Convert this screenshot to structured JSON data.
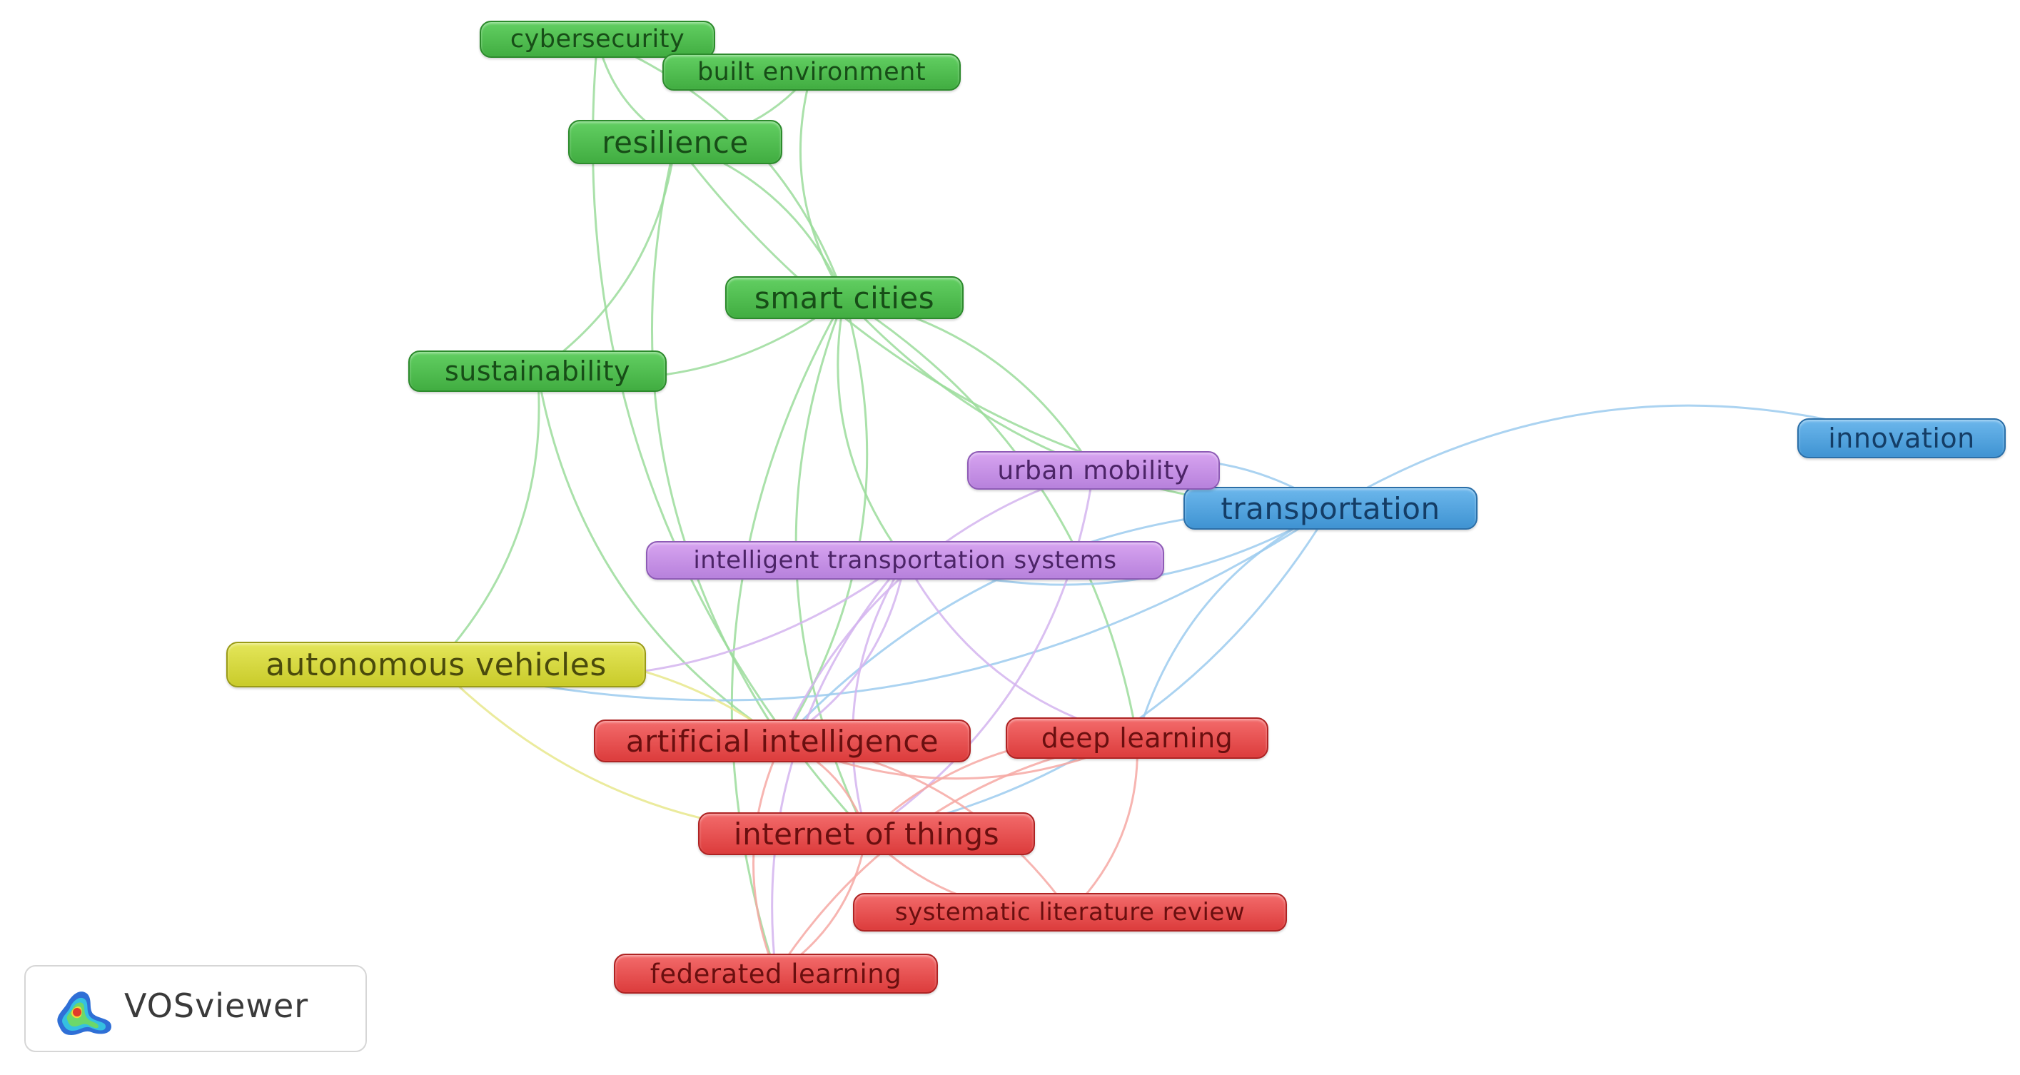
{
  "network": {
    "clusters": {
      "green": {
        "fill": "#4fbf4f",
        "link": "#9bdc9b"
      },
      "blue": {
        "fill": "#4fa3df",
        "link": "#9ccbee"
      },
      "purple": {
        "fill": "#c591e6",
        "link": "#d4b4ee"
      },
      "yellow": {
        "fill": "#d5d73a",
        "link": "#e8e88c"
      },
      "red": {
        "fill": "#e84c4c",
        "link": "#f6a8a3"
      }
    },
    "nodes": [
      {
        "id": "cybersecurity",
        "label": "cybersecurity",
        "cluster": "green"
      },
      {
        "id": "built-environment",
        "label": "built environment",
        "cluster": "green"
      },
      {
        "id": "resilience",
        "label": "resilience",
        "cluster": "green"
      },
      {
        "id": "smart-cities",
        "label": "smart cities",
        "cluster": "green"
      },
      {
        "id": "sustainability",
        "label": "sustainability",
        "cluster": "green"
      },
      {
        "id": "innovation",
        "label": "innovation",
        "cluster": "blue"
      },
      {
        "id": "transportation",
        "label": "transportation",
        "cluster": "blue"
      },
      {
        "id": "urban-mobility",
        "label": "urban mobility",
        "cluster": "purple"
      },
      {
        "id": "intelligent-transportation-systems",
        "label": "intelligent transportation systems",
        "cluster": "purple"
      },
      {
        "id": "autonomous-vehicles",
        "label": "autonomous vehicles",
        "cluster": "yellow"
      },
      {
        "id": "artificial-intelligence",
        "label": "artificial intelligence",
        "cluster": "red"
      },
      {
        "id": "deep-learning",
        "label": "deep learning",
        "cluster": "red"
      },
      {
        "id": "internet-of-things",
        "label": "internet of things",
        "cluster": "red"
      },
      {
        "id": "systematic-literature-review",
        "label": "systematic literature review",
        "cluster": "red"
      },
      {
        "id": "federated-learning",
        "label": "federated learning",
        "cluster": "red"
      }
    ],
    "links": [
      [
        "cybersecurity",
        "resilience"
      ],
      [
        "cybersecurity",
        "smart-cities"
      ],
      [
        "cybersecurity",
        "internet-of-things"
      ],
      [
        "built-environment",
        "resilience"
      ],
      [
        "built-environment",
        "smart-cities"
      ],
      [
        "resilience",
        "smart-cities"
      ],
      [
        "resilience",
        "transportation"
      ],
      [
        "resilience",
        "sustainability"
      ],
      [
        "resilience",
        "artificial-intelligence"
      ],
      [
        "smart-cities",
        "sustainability"
      ],
      [
        "smart-cities",
        "transportation"
      ],
      [
        "smart-cities",
        "urban-mobility"
      ],
      [
        "smart-cities",
        "intelligent-transportation-systems"
      ],
      [
        "smart-cities",
        "artificial-intelligence"
      ],
      [
        "smart-cities",
        "internet-of-things"
      ],
      [
        "smart-cities",
        "deep-learning"
      ],
      [
        "smart-cities",
        "federated-learning"
      ],
      [
        "sustainability",
        "autonomous-vehicles"
      ],
      [
        "sustainability",
        "artificial-intelligence"
      ],
      [
        "transportation",
        "innovation"
      ],
      [
        "transportation",
        "urban-mobility"
      ],
      [
        "transportation",
        "intelligent-transportation-systems"
      ],
      [
        "transportation",
        "artificial-intelligence"
      ],
      [
        "transportation",
        "internet-of-things"
      ],
      [
        "transportation",
        "deep-learning"
      ],
      [
        "transportation",
        "autonomous-vehicles"
      ],
      [
        "urban-mobility",
        "artificial-intelligence"
      ],
      [
        "urban-mobility",
        "internet-of-things"
      ],
      [
        "intelligent-transportation-systems",
        "internet-of-things"
      ],
      [
        "intelligent-transportation-systems",
        "artificial-intelligence"
      ],
      [
        "intelligent-transportation-systems",
        "deep-learning"
      ],
      [
        "intelligent-transportation-systems",
        "autonomous-vehicles"
      ],
      [
        "intelligent-transportation-systems",
        "federated-learning"
      ],
      [
        "autonomous-vehicles",
        "artificial-intelligence"
      ],
      [
        "autonomous-vehicles",
        "internet-of-things"
      ],
      [
        "artificial-intelligence",
        "internet-of-things"
      ],
      [
        "artificial-intelligence",
        "deep-learning"
      ],
      [
        "artificial-intelligence",
        "systematic-literature-review"
      ],
      [
        "artificial-intelligence",
        "federated-learning"
      ],
      [
        "internet-of-things",
        "deep-learning"
      ],
      [
        "internet-of-things",
        "systematic-literature-review"
      ],
      [
        "internet-of-things",
        "federated-learning"
      ],
      [
        "deep-learning",
        "federated-learning"
      ],
      [
        "deep-learning",
        "systematic-literature-review"
      ]
    ]
  },
  "branding": {
    "logo_text": "VOSviewer",
    "logo_icon": "vosviewer-density-icon"
  }
}
